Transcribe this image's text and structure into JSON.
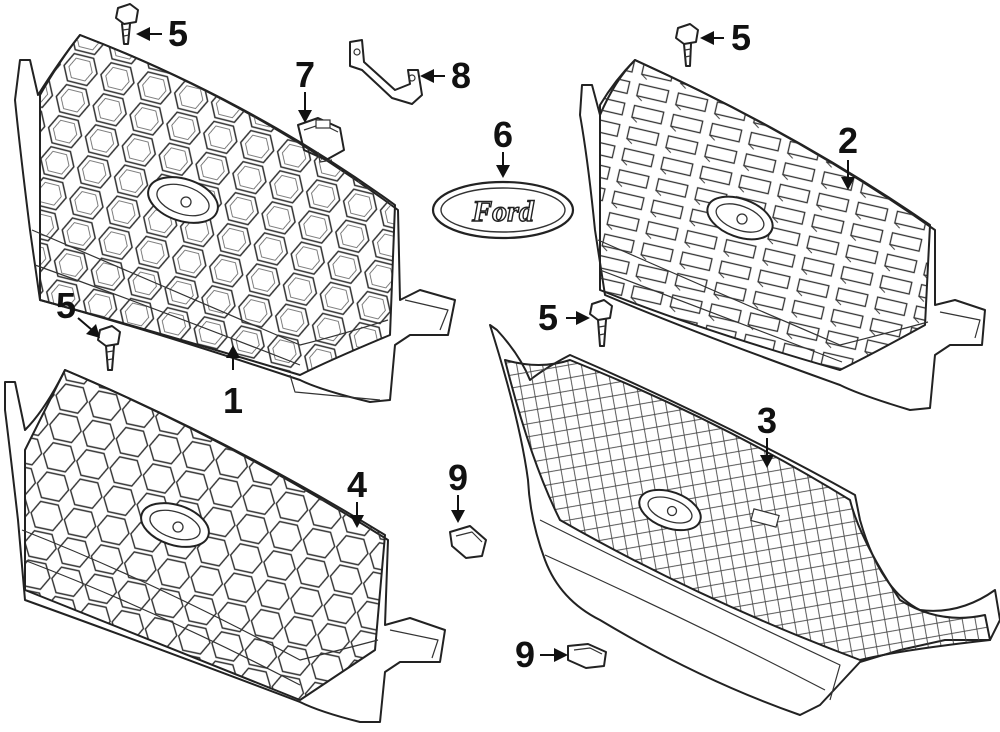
{
  "diagram": {
    "callouts": [
      {
        "id": "c1",
        "label": "1"
      },
      {
        "id": "c2",
        "label": "2"
      },
      {
        "id": "c3",
        "label": "3"
      },
      {
        "id": "c4",
        "label": "4"
      },
      {
        "id": "c5a",
        "label": "5"
      },
      {
        "id": "c5b",
        "label": "5"
      },
      {
        "id": "c5c",
        "label": "5"
      },
      {
        "id": "c5d",
        "label": "5"
      },
      {
        "id": "c6",
        "label": "6"
      },
      {
        "id": "c7",
        "label": "7"
      },
      {
        "id": "c8",
        "label": "8"
      },
      {
        "id": "c9a",
        "label": "9"
      },
      {
        "id": "c9b",
        "label": "9"
      }
    ],
    "emblem_text": "Ford"
  }
}
